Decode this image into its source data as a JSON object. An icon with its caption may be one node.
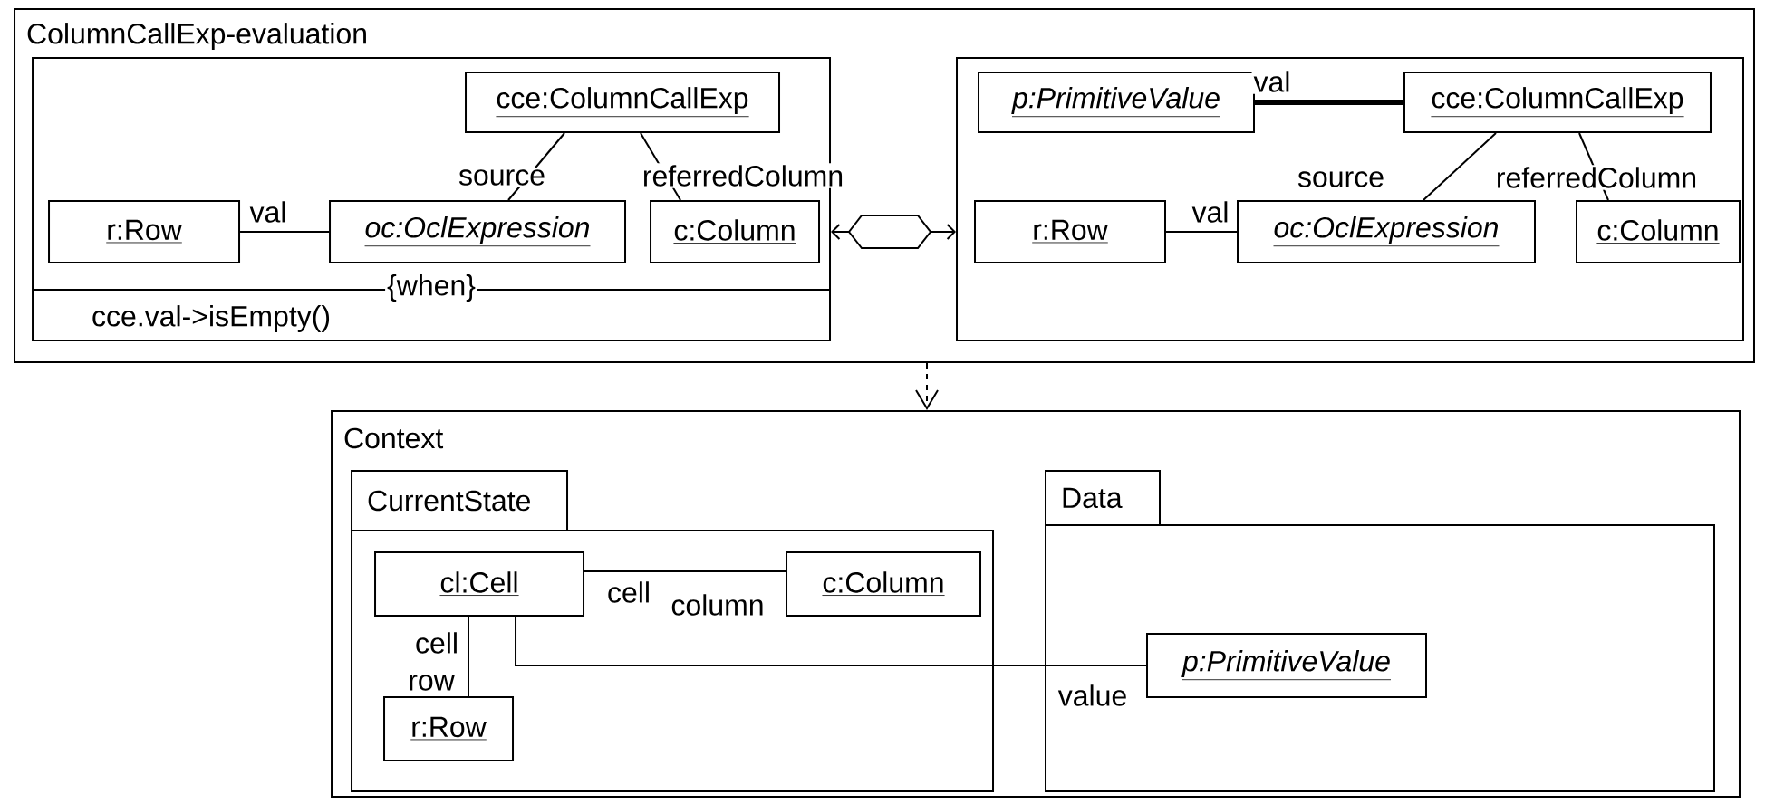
{
  "diagram": {
    "nodes": [
      {
        "text": [
          "ColumnCallExp-evaluation"
        ]
      },
      {
        "text": [
          "{when}",
          "cce.val->isEmpty()"
        ],
        "in": 0
      },
      {
        "text": [
          "cce:ColumnCallExp"
        ],
        "in": 1
      },
      {
        "text": [
          "r:Row"
        ],
        "in": 1
      },
      {
        "text": [
          "oc:OclExpression"
        ],
        "in": 1
      },
      {
        "text": [
          "c:Column"
        ],
        "in": 1
      },
      {
        "text": [],
        "shape": "box",
        "in": 0
      },
      {
        "text": [
          "p:PrimitiveValue"
        ],
        "in": 6
      },
      {
        "text": [
          "cce:ColumnCallExp"
        ],
        "in": 6
      },
      {
        "text": [
          "r:Row"
        ],
        "in": 6
      },
      {
        "text": [
          "oc:OclExpression"
        ],
        "in": 6
      },
      {
        "text": [
          "c:Column"
        ],
        "in": 6
      },
      {
        "text": [
          "Context"
        ]
      },
      {
        "text": [
          "CurrentState"
        ],
        "in": 12
      },
      {
        "text": [
          "cl:Cell"
        ],
        "in": 13
      },
      {
        "text": [
          "c:Column"
        ],
        "in": 13
      },
      {
        "text": [
          "r:Row"
        ],
        "in": 13
      },
      {
        "text": [
          "Data"
        ],
        "in": 12
      },
      {
        "text": [
          "p:PrimitiveValue"
        ],
        "in": 17
      }
    ],
    "edges": [
      {
        "from": 3,
        "to": 4,
        "arrow": "none",
        "label": "val"
      },
      {
        "from": 2,
        "to": 4,
        "arrow": "none",
        "label": "source"
      },
      {
        "from": 2,
        "to": 5,
        "arrow": "none",
        "label": "referredColumn"
      },
      {
        "from": 7,
        "to": 8,
        "arrow": "none",
        "label": "val",
        "style": "thick"
      },
      {
        "from": 9,
        "to": 10,
        "arrow": "none",
        "label": "val"
      },
      {
        "from": 8,
        "to": 10,
        "arrow": "none",
        "label": "source"
      },
      {
        "from": 8,
        "to": 11,
        "arrow": "none",
        "label": "referredColumn"
      },
      {
        "from": 1,
        "to": 6,
        "arrow": "both"
      },
      {
        "from": 0,
        "to": 12,
        "arrow": "to",
        "style": "dashed"
      },
      {
        "from": 14,
        "to": 15,
        "arrow": "none",
        "label": "cell"
      },
      {
        "from": 14,
        "to": 16,
        "arrow": "none",
        "label": "cell"
      },
      {
        "from": 14,
        "to": 18,
        "arrow": "none",
        "label": "value"
      }
    ],
    "labels": [
      "column",
      "row"
    ]
  }
}
